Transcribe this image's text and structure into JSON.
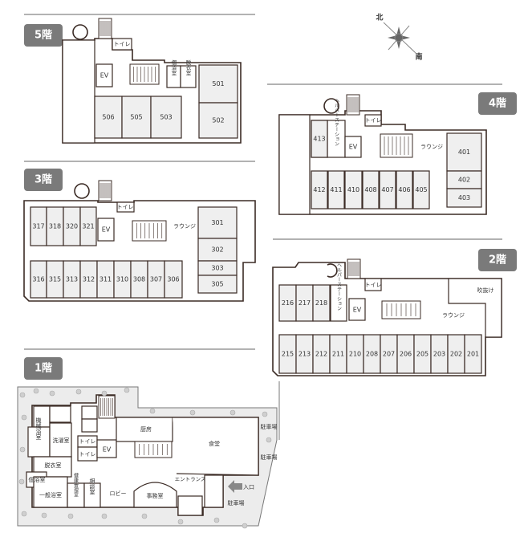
{
  "compass": {
    "north": "北",
    "south": "南"
  },
  "floors": {
    "f5": {
      "badge": "5階",
      "rooms": [
        "506",
        "505",
        "503",
        "501",
        "502"
      ],
      "ev": "EV",
      "toilet": "トイレ",
      "private_bath": "個浴室",
      "changing": "脱衣室"
    },
    "f4": {
      "badge": "4階",
      "rooms": [
        "413",
        "412",
        "411",
        "410",
        "408",
        "407",
        "406",
        "405",
        "401",
        "402",
        "403"
      ],
      "ev": "EV",
      "toilet": "トイレ",
      "helper_station": "ヘルパーステーション",
      "lounge": "ラウンジ"
    },
    "f3": {
      "badge": "3階",
      "rooms": [
        "317",
        "318",
        "320",
        "321",
        "316",
        "315",
        "313",
        "312",
        "311",
        "310",
        "308",
        "307",
        "306",
        "301",
        "302",
        "303",
        "305"
      ],
      "ev": "EV",
      "toilet": "トイレ",
      "lounge": "ラウンジ"
    },
    "f2": {
      "badge": "2階",
      "rooms": [
        "216",
        "217",
        "218",
        "215",
        "213",
        "212",
        "211",
        "210",
        "208",
        "207",
        "206",
        "205",
        "203",
        "202",
        "201"
      ],
      "ev": "EV",
      "toilet": "トイレ",
      "helper_station": "ヘルパーステーション",
      "lounge": "ラウンジ",
      "atrium": "吹抜け"
    },
    "f1": {
      "badge": "1階",
      "machine_bath": "機械浴室",
      "laundry": "洗濯室",
      "changing": "脱衣室",
      "private_bath": "個浴室",
      "general_bath": "一般浴室",
      "health_room": "健康管理室",
      "consult_room": "相談室",
      "lobby": "ロビー",
      "office": "事務室",
      "entrance": "エントランス",
      "kitchen": "厨房",
      "dining": "食堂",
      "parking": [
        "駐車場",
        "駐車場",
        "駐車場"
      ],
      "entry": "入口",
      "toilets": [
        "トイレ",
        "トイレ"
      ],
      "ev": "EV"
    }
  }
}
